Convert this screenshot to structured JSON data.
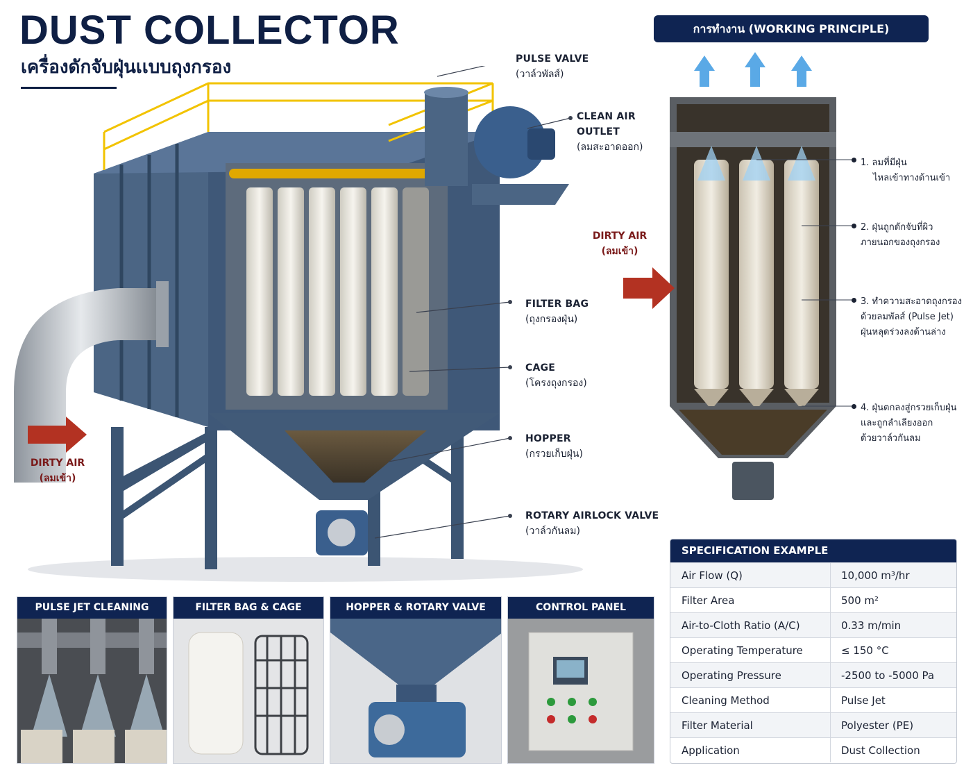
{
  "header": {
    "title": "DUST COLLECTOR",
    "subtitle": "เครื่องดักจับฝุ่นเเบบถุงกรอง"
  },
  "callouts": {
    "pulse_valve": {
      "en": "PULSE VALVE",
      "th": "(วาล์วพัลส์)"
    },
    "clean_air": {
      "en1": "CLEAN AIR",
      "en2": "OUTLET",
      "th": "(ลมสะอาดออก)"
    },
    "filter_bag": {
      "en": "FILTER BAG",
      "th": "(ถุงกรองฝุ่น)"
    },
    "cage": {
      "en": "CAGE",
      "th": "(โครงถุงกรอง)"
    },
    "hopper": {
      "en": "HOPPER",
      "th": "(กรวยเก็บฝุ่น)"
    },
    "rotary": {
      "en": "ROTARY AIRLOCK VALVE",
      "th": "(วาล์วกันลม)"
    },
    "dirty_air": {
      "en": "DIRTY AIR",
      "th": "(ลมเข้า)"
    }
  },
  "working_principle": {
    "title": "การทำงาน (WORKING PRINCIPLE)",
    "dirty_air": {
      "en": "DIRTY AIR",
      "th": "(ลมเข้า)"
    },
    "steps": [
      {
        "l1": "1. ลมที่มีฝุ่น",
        "l2": "ไหลเข้าทางด้านเข้า",
        "l3": ""
      },
      {
        "l1": "2. ฝุ่นถูกดักจับที่ผิว",
        "l2": "ภายนอกของถุงกรอง",
        "l3": ""
      },
      {
        "l1": "3. ทำความสะอาดถุงกรอง",
        "l2": "ด้วยลมพัลส์ (Pulse Jet)",
        "l3": "ฝุ่นหลุดร่วงลงด้านล่าง"
      },
      {
        "l1": "4. ฝุ่นตกลงสู่กรวยเก็บฝุ่น",
        "l2": "และถูกลำเลียงออก",
        "l3": "ด้วยวาล์วกันลม"
      }
    ]
  },
  "thumbnails": [
    {
      "title": "PULSE JET CLEANING"
    },
    {
      "title": "FILTER BAG & CAGE"
    },
    {
      "title": "HOPPER & ROTARY VALVE"
    },
    {
      "title": "CONTROL PANEL"
    }
  ],
  "spec": {
    "title": "SPECIFICATION EXAMPLE",
    "rows": [
      {
        "key": "Air Flow (Q)",
        "value": "10,000 m³/hr"
      },
      {
        "key": "Filter Area",
        "value": "500 m²"
      },
      {
        "key": "Air-to-Cloth Ratio (A/C)",
        "value": "0.33 m/min"
      },
      {
        "key": "Operating Temperature",
        "value": "≤ 150 °C"
      },
      {
        "key": "Operating Pressure",
        "value": "-2500 to -5000 Pa"
      },
      {
        "key": "Cleaning Method",
        "value": "Pulse Jet"
      },
      {
        "key": "Filter Material",
        "value": "Polyester (PE)"
      },
      {
        "key": "Application",
        "value": "Dust Collection"
      }
    ]
  },
  "colors": {
    "navy": "#0f2452",
    "steel_blue": "#4b6584",
    "steel_dark": "#2f4660",
    "railing_yellow": "#f2c300",
    "arrow_red": "#b33222",
    "air_blue": "#5aa9e6"
  }
}
